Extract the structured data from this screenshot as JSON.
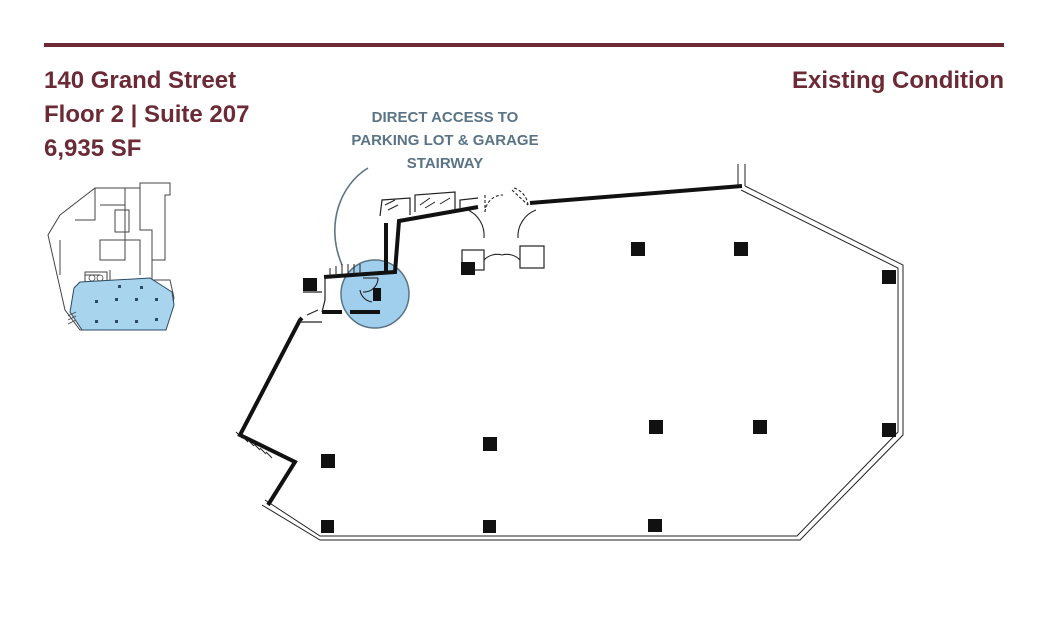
{
  "colors": {
    "brand": "#6b2a36",
    "callout": "#5a7486",
    "suite_highlight": "#a9d4ee",
    "access_circle": "#8fc6ea",
    "wall": "#111111"
  },
  "header": {
    "address": "140 Grand Street",
    "floor_suite": "Floor 2 | Suite 207",
    "area": "6,935 SF",
    "condition": "Existing Condition"
  },
  "callout": {
    "line1": "DIRECT ACCESS TO",
    "line2": "PARKING LOT & GARAGE",
    "line3": "STAIRWAY"
  },
  "icons": {
    "column": "column-icon",
    "door": "door-icon"
  }
}
